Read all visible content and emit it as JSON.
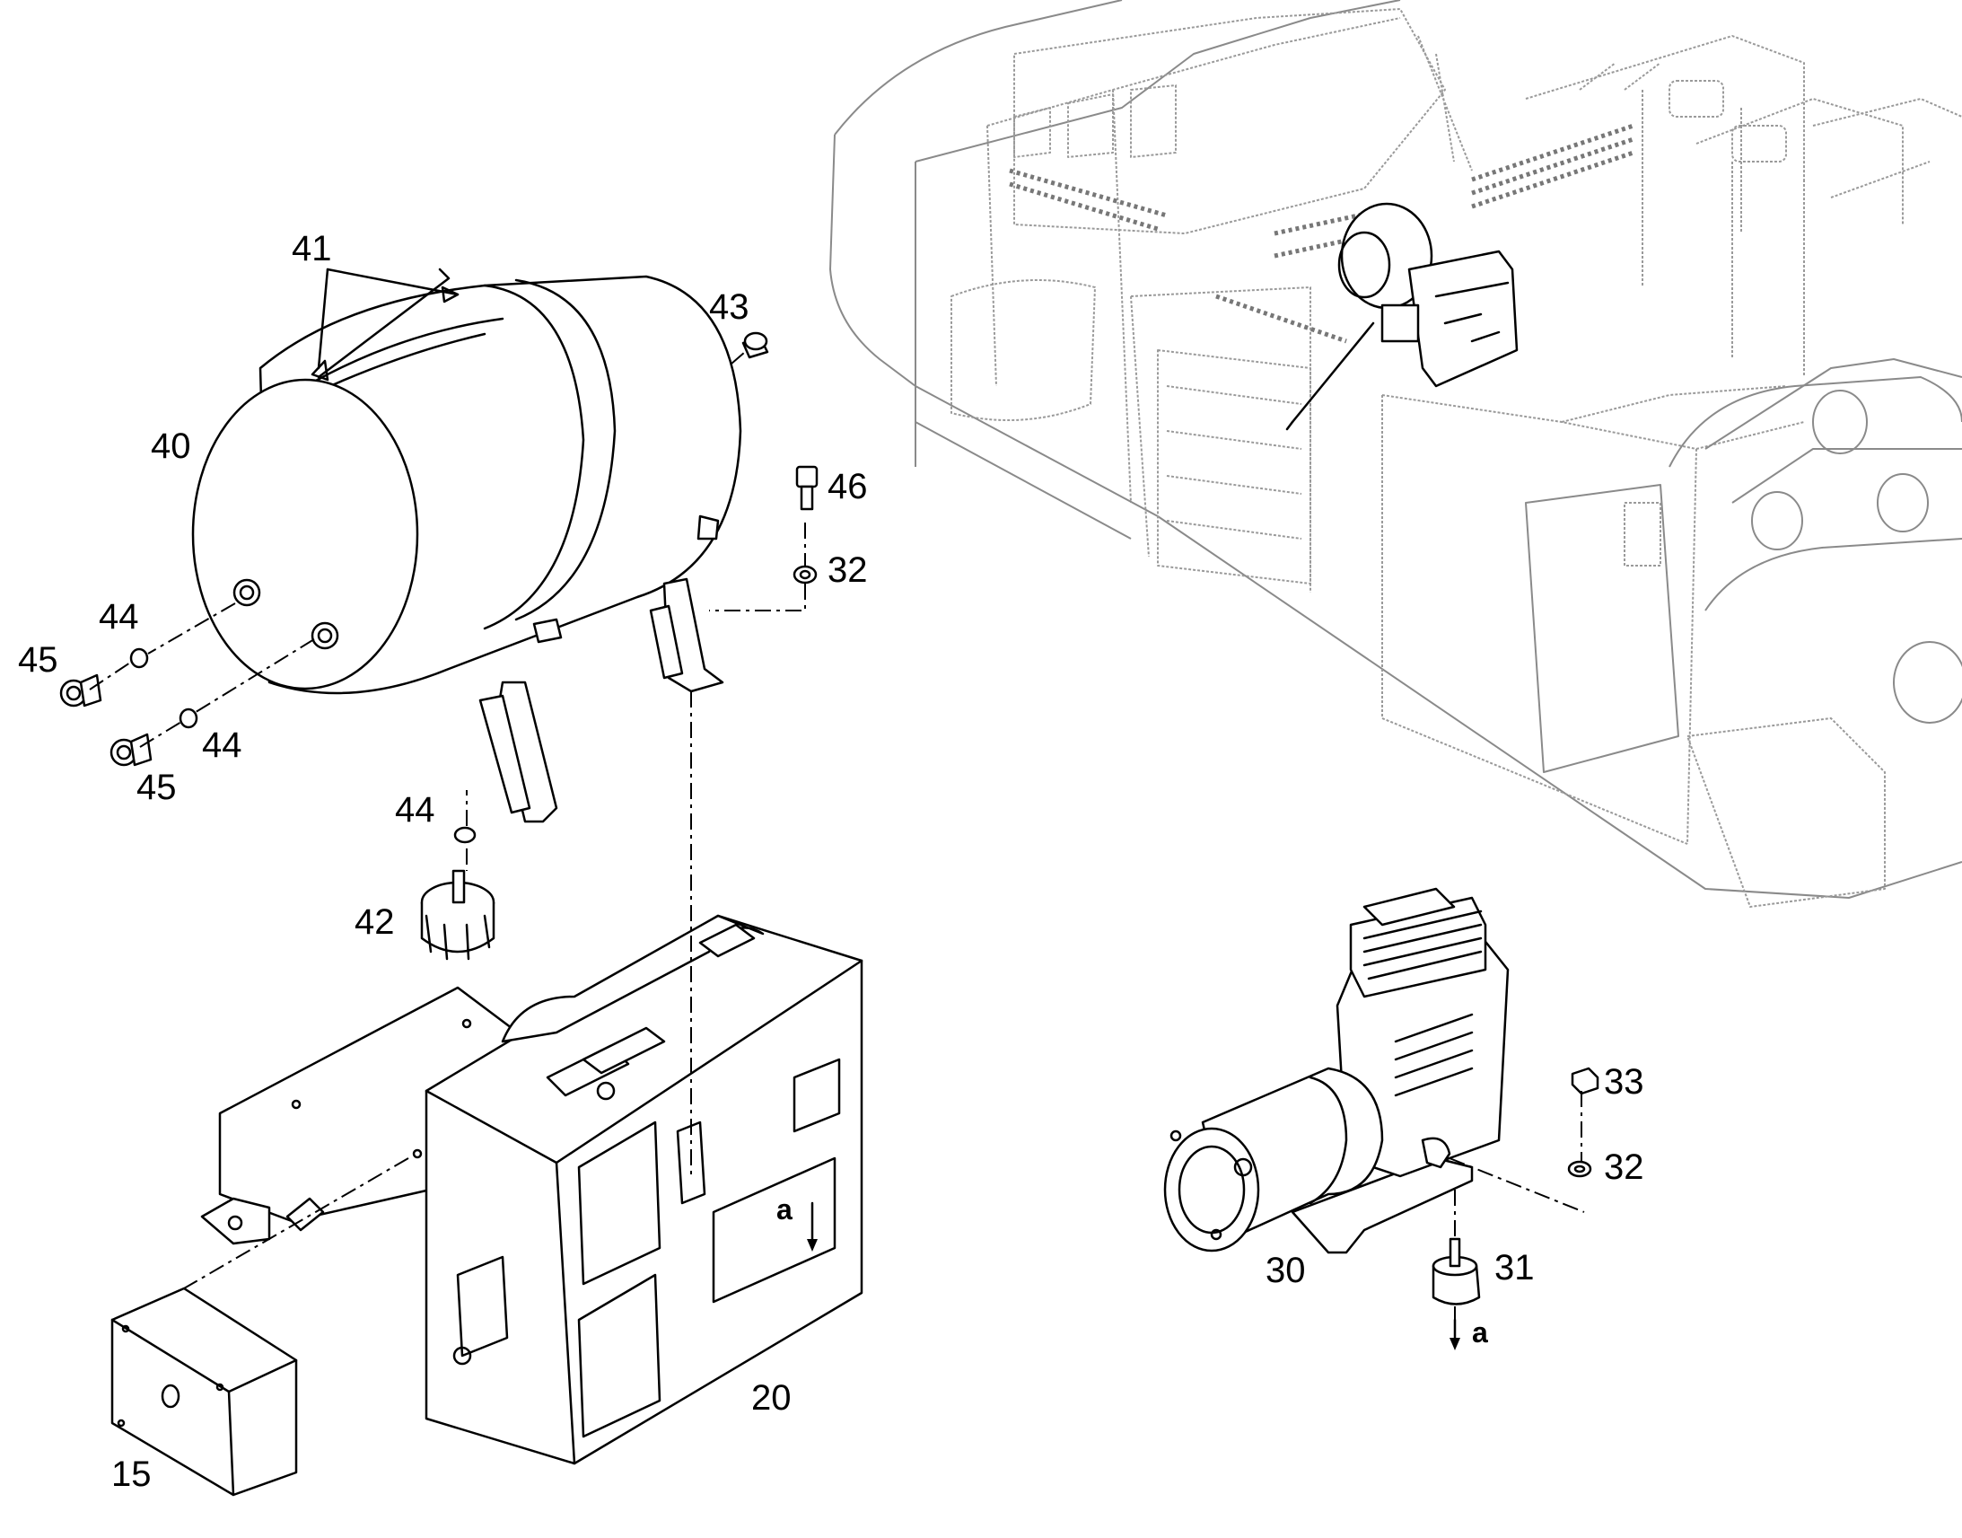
{
  "callouts": {
    "c15": "15",
    "c20": "20",
    "c30": "30",
    "c31": "31",
    "c32a": "32",
    "c32b": "32",
    "c33": "33",
    "c40": "40",
    "c41": "41",
    "c42": "42",
    "c43": "43",
    "c44a": "44",
    "c44b": "44",
    "c44c": "44",
    "c45a": "45",
    "c45b": "45",
    "c46": "46",
    "a1": "a",
    "a2": "a"
  }
}
